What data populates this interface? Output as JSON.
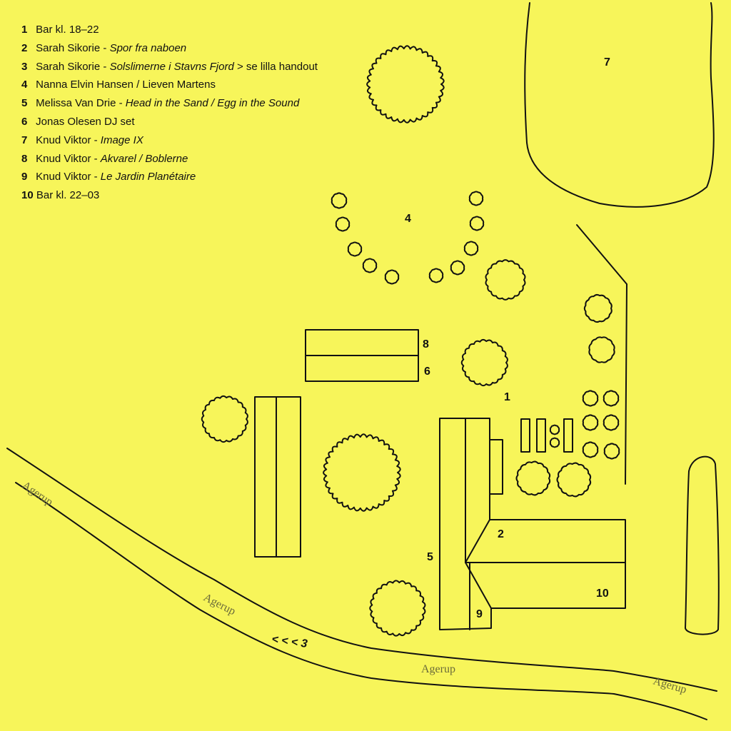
{
  "legend": [
    {
      "number": "1",
      "artist": "Bar kl. 18–22",
      "separator": "",
      "title": "",
      "suffix": ""
    },
    {
      "number": "2",
      "artist": "Sarah Sikorie",
      "separator": " - ",
      "title": "Spor fra naboen",
      "suffix": ""
    },
    {
      "number": "3",
      "artist": "Sarah Sikorie",
      "separator": " - ",
      "title": "Solslimerne i Stavns Fjord",
      "suffix": " > se lilla handout"
    },
    {
      "number": "4",
      "artist": "Nanna Elvin Hansen / Lieven Martens",
      "separator": "",
      "title": "",
      "suffix": ""
    },
    {
      "number": "5",
      "artist": "Melissa Van Drie",
      "separator": " - ",
      "title": "Head in the Sand / Egg in the Sound",
      "suffix": ""
    },
    {
      "number": "6",
      "artist": "Jonas Olesen DJ set",
      "separator": "",
      "title": "",
      "suffix": ""
    },
    {
      "number": "7",
      "artist": "Knud Viktor",
      "separator": " - ",
      "title": "Image IX",
      "suffix": ""
    },
    {
      "number": "8",
      "artist": "Knud Viktor",
      "separator": " - ",
      "title": "Akvarel / Boblerne",
      "suffix": ""
    },
    {
      "number": "9",
      "artist": "Knud Viktor",
      "separator": " - ",
      "title": "Le Jardin Planétaire",
      "suffix": ""
    },
    {
      "number": "10",
      "artist": "Bar kl. 22–03",
      "separator": "",
      "title": "",
      "suffix": ""
    }
  ],
  "map": {
    "labels": {
      "n1": "1",
      "n2": "2",
      "n4": "4",
      "n5": "5",
      "n6": "6",
      "n7": "7",
      "n8": "8",
      "n9": "9",
      "n10": "10"
    },
    "road_label": "Agerup",
    "direction_marker": "< < < 3"
  },
  "colors": {
    "background": "#f7f55a",
    "ink": "#111111",
    "road_text": "#6b6b3a"
  }
}
